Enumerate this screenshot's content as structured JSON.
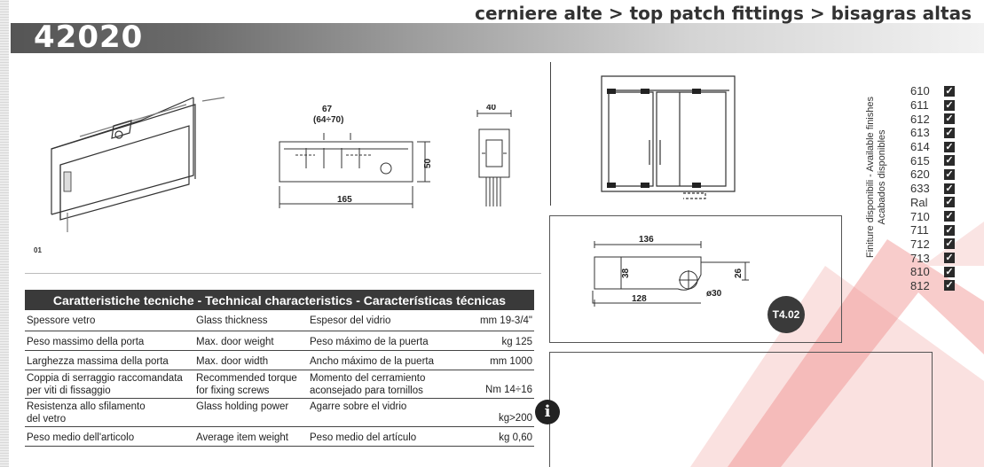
{
  "header": {
    "product_code": "42020",
    "breadcrumb": "cerniere alte > top patch fittings > bisagras altas"
  },
  "drawing": {
    "label": "01",
    "dim_width": "67",
    "dim_width_range": "(64÷70)",
    "dim_depth": "40",
    "dim_height": "50",
    "dim_length": "165"
  },
  "cutout": {
    "dim_top": "136",
    "dim_left": "38",
    "dim_right": "26",
    "dim_bottom": "128",
    "dim_hole": "ø30",
    "badge": "T4.02"
  },
  "tech": {
    "title": "Caratteristiche tecniche - Technical characteristics - Características técnicas",
    "rows": [
      {
        "it": "Spessore vetro",
        "en": "Glass thickness",
        "es": "Espesor del vidrio",
        "value": "mm 19-3/4\""
      },
      {
        "it": "Peso massimo della porta",
        "en": "Max. door weight",
        "es": "Peso máximo de la puerta",
        "value": "kg 125"
      },
      {
        "it": "Larghezza massima della porta",
        "en": "Max. door width",
        "es": "Ancho máximo de la puerta",
        "value": "mm 1000"
      },
      {
        "it_1": "Coppia di serraggio raccomandata",
        "it_2": "per viti di fissaggio",
        "en_1": "Recommended torque",
        "en_2": "for fixing screws",
        "es_1": "Momento del cerramiento",
        "es_2": "aconsejado para tornillos",
        "value": "Nm 14÷16"
      },
      {
        "it_1": "Resistenza allo sfilamento",
        "it_2": "del vetro",
        "en_1": "Glass holding power",
        "es_1": "Agarre sobre el vidrio",
        "value": "kg>200"
      },
      {
        "it": "Peso medio dell'articolo",
        "en": "Average item weight",
        "es": "Peso medio del artículo",
        "value": "kg 0,60"
      }
    ]
  },
  "finishes": {
    "label_line1": "Finiture disponibili - Available finishes",
    "label_line2": "Acabados disponibles",
    "items": [
      "610",
      "611",
      "612",
      "613",
      "614",
      "615",
      "620",
      "633",
      "Ral",
      "710",
      "711",
      "712",
      "713",
      "810",
      "812"
    ],
    "check_symbol": "✓"
  },
  "info": {
    "icon_symbol": "i",
    "icon_name": "info-icon"
  },
  "colors": {
    "watermark": "#e8322f",
    "header_dark": "#555555"
  }
}
